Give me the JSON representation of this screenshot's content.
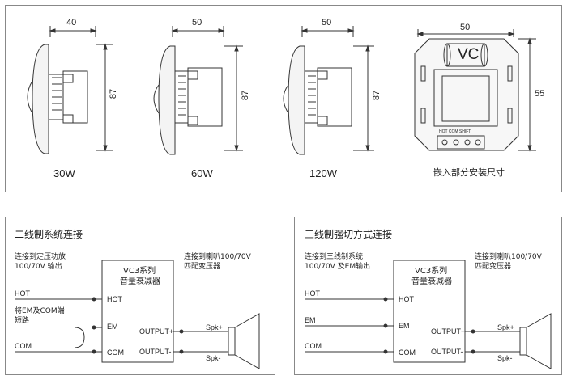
{
  "top_panel": {
    "items": [
      {
        "label": "30W",
        "width_dim": "40",
        "height_dim": "87"
      },
      {
        "label": "60W",
        "width_dim": "50",
        "height_dim": "87"
      },
      {
        "label": "120W",
        "width_dim": "50",
        "height_dim": "87"
      }
    ],
    "mount": {
      "width_dim": "50",
      "height_dim": "55",
      "logo": "VC",
      "terminal_labels": "HOT COM   SHIFT",
      "caption": "嵌入部分安装尺寸"
    }
  },
  "two_wire": {
    "title": "二线制系统连接",
    "source_note_line1": "连接到定压功放",
    "source_note_line2": "100/70V 输出",
    "speaker_note_line1": "连接到喇叭100/70V",
    "speaker_note_line2": "匹配变压器",
    "box_title_line1": "VC3系列",
    "box_title_line2": "音量衰减器",
    "hot_label": "HOT",
    "em_label": "EM",
    "com_label": "COM",
    "out_plus": "OUTPUT+",
    "out_minus": "OUTPUT-",
    "wire_hot": "HOT",
    "wire_com": "COM",
    "short_note_line1": "将EM及COM端",
    "short_note_line2": "短路",
    "spk_plus": "Spk+",
    "spk_minus": "Spk-"
  },
  "three_wire": {
    "title": "三线制强切方式连接",
    "source_note_line1": "连接到三线制系统",
    "source_note_line2": "100/70V 及EM输出",
    "speaker_note_line1": "连接到喇叭100/70V",
    "speaker_note_line2": "匹配变压器",
    "box_title_line1": "VC3系列",
    "box_title_line2": "音量衰减器",
    "hot_label": "HOT",
    "em_label": "EM",
    "com_label": "COM",
    "out_plus": "OUTPUT+",
    "out_minus": "OUTPUT-",
    "wire_hot": "HOT",
    "wire_em": "EM",
    "wire_com": "COM",
    "spk_plus": "Spk+",
    "spk_minus": "Spk-"
  }
}
